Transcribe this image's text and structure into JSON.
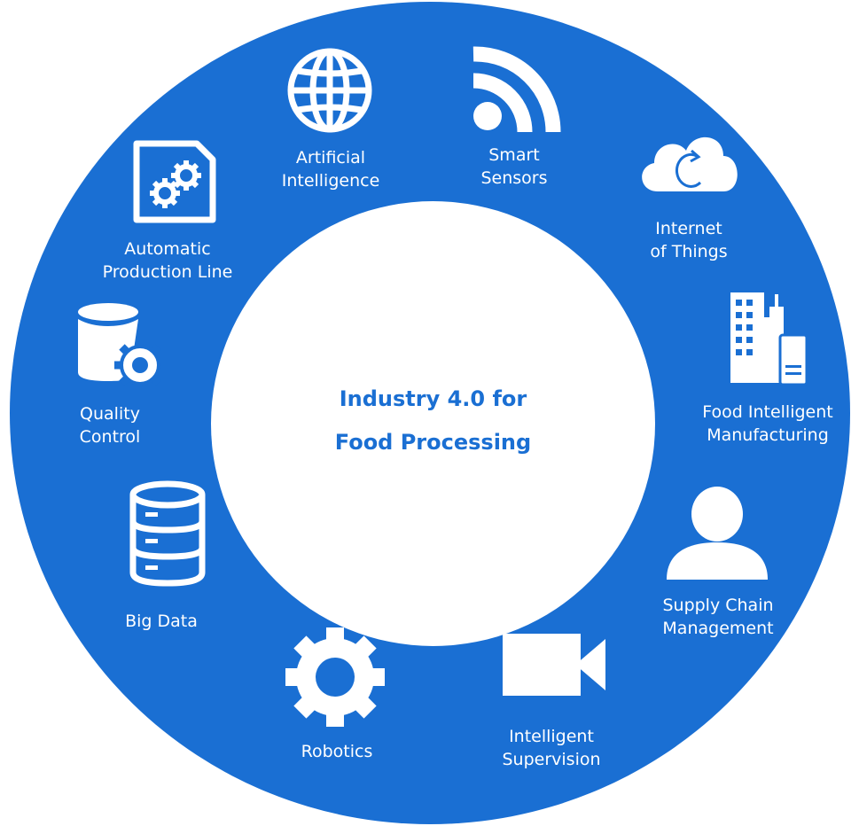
{
  "center": {
    "line1": "Industry 4.0 for",
    "line2": "Food Processing"
  },
  "colors": {
    "ring": "#1a6fd3",
    "hub": "#ffffff",
    "icon": "#ffffff"
  },
  "segments": [
    {
      "icon": "globe-icon",
      "line1": "Artificial",
      "line2": "Intelligence"
    },
    {
      "icon": "rss-icon",
      "line1": "Smart",
      "line2": "Sensors"
    },
    {
      "icon": "cloud-sync-icon",
      "line1": "Internet",
      "line2": "of Things"
    },
    {
      "icon": "buildings-icon",
      "line1": "Food Intelligent",
      "line2": "Manufacturing"
    },
    {
      "icon": "user-icon",
      "line1": "Supply Chain",
      "line2": "Management"
    },
    {
      "icon": "video-camera-icon",
      "line1": "Intelligent",
      "line2": "Supervision"
    },
    {
      "icon": "gear-icon",
      "line1": "Robotics"
    },
    {
      "icon": "database-icon",
      "line1": "Big Data"
    },
    {
      "icon": "database-gear-icon",
      "line1": "Quality",
      "line2": "Control"
    },
    {
      "icon": "document-gears-icon",
      "line1": "Automatic",
      "line2": "Production Line"
    }
  ]
}
